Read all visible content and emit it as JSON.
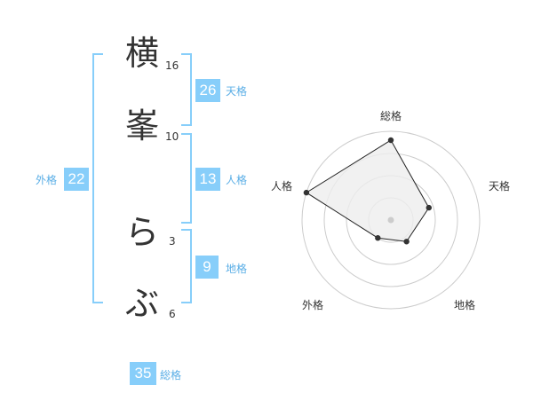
{
  "characters": [
    {
      "char": "横",
      "strokes": "16"
    },
    {
      "char": "峯",
      "strokes": "10"
    },
    {
      "char": "ら",
      "strokes": "3"
    },
    {
      "char": "ぶ",
      "strokes": "6"
    }
  ],
  "fortunes": {
    "tenkaku": {
      "value": "26",
      "label": "天格"
    },
    "jinkaku": {
      "value": "13",
      "label": "人格"
    },
    "chikaku": {
      "value": "9",
      "label": "地格"
    },
    "gaikaku": {
      "value": "22",
      "label": "外格"
    },
    "soukaku": {
      "value": "35",
      "label": "総格"
    }
  },
  "radar": {
    "axes": [
      "総格",
      "天格",
      "地格",
      "外格",
      "人格"
    ],
    "levels": 4,
    "values": [
      0.9,
      0.45,
      0.3,
      0.25,
      1.0
    ],
    "colors": {
      "grid": "#cccccc",
      "fill": "#eeeeee",
      "line": "#222222",
      "point": "#333333",
      "center": "#cccccc"
    }
  },
  "colors": {
    "accent": "#87cefa",
    "label": "#5aaee6"
  }
}
